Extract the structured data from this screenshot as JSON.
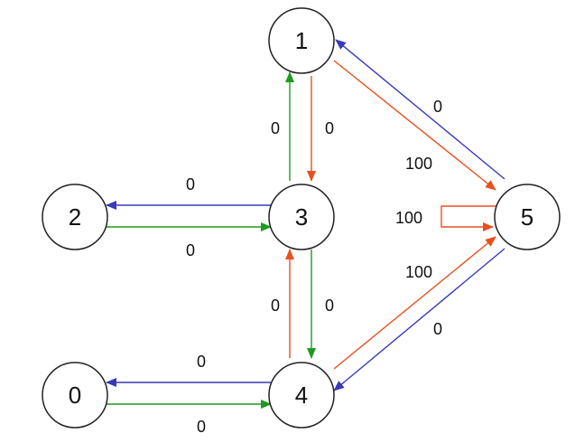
{
  "colors": {
    "red": "#e8501e",
    "green": "#1f9a1f",
    "blue": "#3a3ab8"
  },
  "nodes": [
    {
      "id": "1",
      "label": "1"
    },
    {
      "id": "2",
      "label": "2"
    },
    {
      "id": "3",
      "label": "3"
    },
    {
      "id": "5",
      "label": "5"
    },
    {
      "id": "0",
      "label": "0"
    },
    {
      "id": "4",
      "label": "4"
    }
  ],
  "edges": [
    {
      "from": "1",
      "to": "3",
      "color": "red",
      "label": "0"
    },
    {
      "from": "3",
      "to": "1",
      "color": "green",
      "label": "0"
    },
    {
      "from": "1",
      "to": "5",
      "color": "red",
      "label": "100"
    },
    {
      "from": "5",
      "to": "1",
      "color": "blue",
      "label": "0"
    },
    {
      "from": "3",
      "to": "2",
      "color": "blue",
      "label": "0"
    },
    {
      "from": "2",
      "to": "3",
      "color": "green",
      "label": "0"
    },
    {
      "from": "5",
      "to": "5",
      "color": "red",
      "label": "100"
    },
    {
      "from": "3",
      "to": "4",
      "color": "green",
      "label": "0"
    },
    {
      "from": "4",
      "to": "3",
      "color": "red",
      "label": "0"
    },
    {
      "from": "4",
      "to": "5",
      "color": "red",
      "label": "100"
    },
    {
      "from": "5",
      "to": "4",
      "color": "blue",
      "label": "0"
    },
    {
      "from": "4",
      "to": "0",
      "color": "blue",
      "label": "0"
    },
    {
      "from": "0",
      "to": "4",
      "color": "green",
      "label": "0"
    }
  ]
}
